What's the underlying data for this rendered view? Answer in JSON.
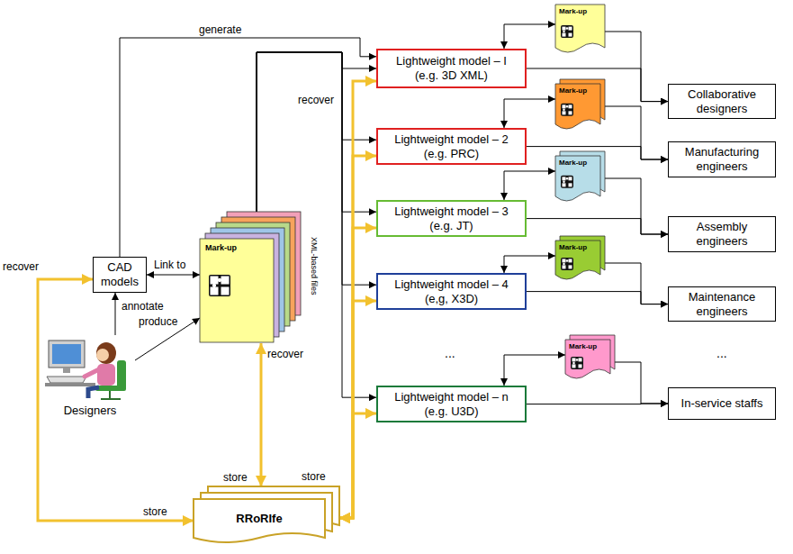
{
  "diagram": {
    "nodes": [
      {
        "text": [
          "CAD models"
        ]
      },
      {
        "text": [
          "Mark-up",
          "XML-based files"
        ]
      },
      {
        "text": [
          "Designers"
        ]
      },
      {
        "text": [
          "RRoRIfe"
        ]
      },
      {
        "text": [
          "Lightweight model – I",
          "(e.g. 3D XML)"
        ]
      },
      {
        "text": [
          "Mark-up"
        ]
      },
      {
        "text": [
          "Collaborative designers"
        ]
      },
      {
        "text": [
          "Lightweight model – 2",
          "(e.g. PRC)"
        ]
      },
      {
        "text": [
          "Mark-up"
        ]
      },
      {
        "text": [
          "Manufacturing engineers"
        ]
      },
      {
        "text": [
          "Lightweight model – 3",
          "(e.g. JT)"
        ]
      },
      {
        "text": [
          "Mark-up"
        ]
      },
      {
        "text": [
          "Assembly engineers"
        ]
      },
      {
        "text": [
          "Lightweight model – 4",
          "(e,g, X3D)"
        ]
      },
      {
        "text": [
          "Mark-up"
        ]
      },
      {
        "text": [
          "Maintenance engineers"
        ]
      },
      {
        "text": [
          "Lightweight model – n",
          "(e.g. U3D)"
        ]
      },
      {
        "text": [
          "Mark-up"
        ]
      },
      {
        "text": [
          "In-service staffs"
        ]
      }
    ],
    "edges": [
      {
        "from": 0,
        "to": 4,
        "arrow": "to",
        "label": "generate"
      },
      {
        "from": 0,
        "to": 1,
        "arrow": "both",
        "label": "Link to"
      },
      {
        "from": 2,
        "to": 0,
        "arrow": "to",
        "label": "annotate"
      },
      {
        "from": 2,
        "to": 1,
        "arrow": "to",
        "label": "produce"
      },
      {
        "from": 0,
        "to": 3,
        "arrow": "both",
        "label": "store"
      },
      {
        "from": 1,
        "to": 3,
        "arrow": "both",
        "label": "store"
      },
      {
        "from": 1,
        "to": 4,
        "arrow": "to"
      },
      {
        "from": 1,
        "to": 7,
        "arrow": "to"
      },
      {
        "from": 1,
        "to": 10,
        "arrow": "to"
      },
      {
        "from": 1,
        "to": 13,
        "arrow": "to"
      },
      {
        "from": 1,
        "to": 16,
        "arrow": "to"
      },
      {
        "from": 3,
        "to": 4,
        "arrow": "both"
      },
      {
        "from": 3,
        "to": 7,
        "arrow": "both"
      },
      {
        "from": 3,
        "to": 10,
        "arrow": "both"
      },
      {
        "from": 3,
        "to": 13,
        "arrow": "both"
      },
      {
        "from": 3,
        "to": 16,
        "arrow": "both"
      },
      {
        "from": 4,
        "to": 5,
        "arrow": "both"
      },
      {
        "from": 5,
        "to": 6,
        "arrow": "to"
      },
      {
        "from": 4,
        "to": 6,
        "arrow": "to"
      },
      {
        "from": 7,
        "to": 8,
        "arrow": "both"
      },
      {
        "from": 8,
        "to": 9,
        "arrow": "to"
      },
      {
        "from": 7,
        "to": 9,
        "arrow": "to"
      },
      {
        "from": 10,
        "to": 11,
        "arrow": "both"
      },
      {
        "from": 11,
        "to": 12,
        "arrow": "to"
      },
      {
        "from": 10,
        "to": 12,
        "arrow": "to"
      },
      {
        "from": 13,
        "to": 14,
        "arrow": "both"
      },
      {
        "from": 14,
        "to": 15,
        "arrow": "to"
      },
      {
        "from": 13,
        "to": 15,
        "arrow": "to"
      },
      {
        "from": 16,
        "to": 17,
        "arrow": "both"
      },
      {
        "from": 17,
        "to": 18,
        "arrow": "to"
      },
      {
        "from": 16,
        "to": 18,
        "arrow": "to"
      }
    ],
    "labels": [
      "recover",
      "recover",
      "recover",
      "store",
      "...",
      "..."
    ]
  }
}
